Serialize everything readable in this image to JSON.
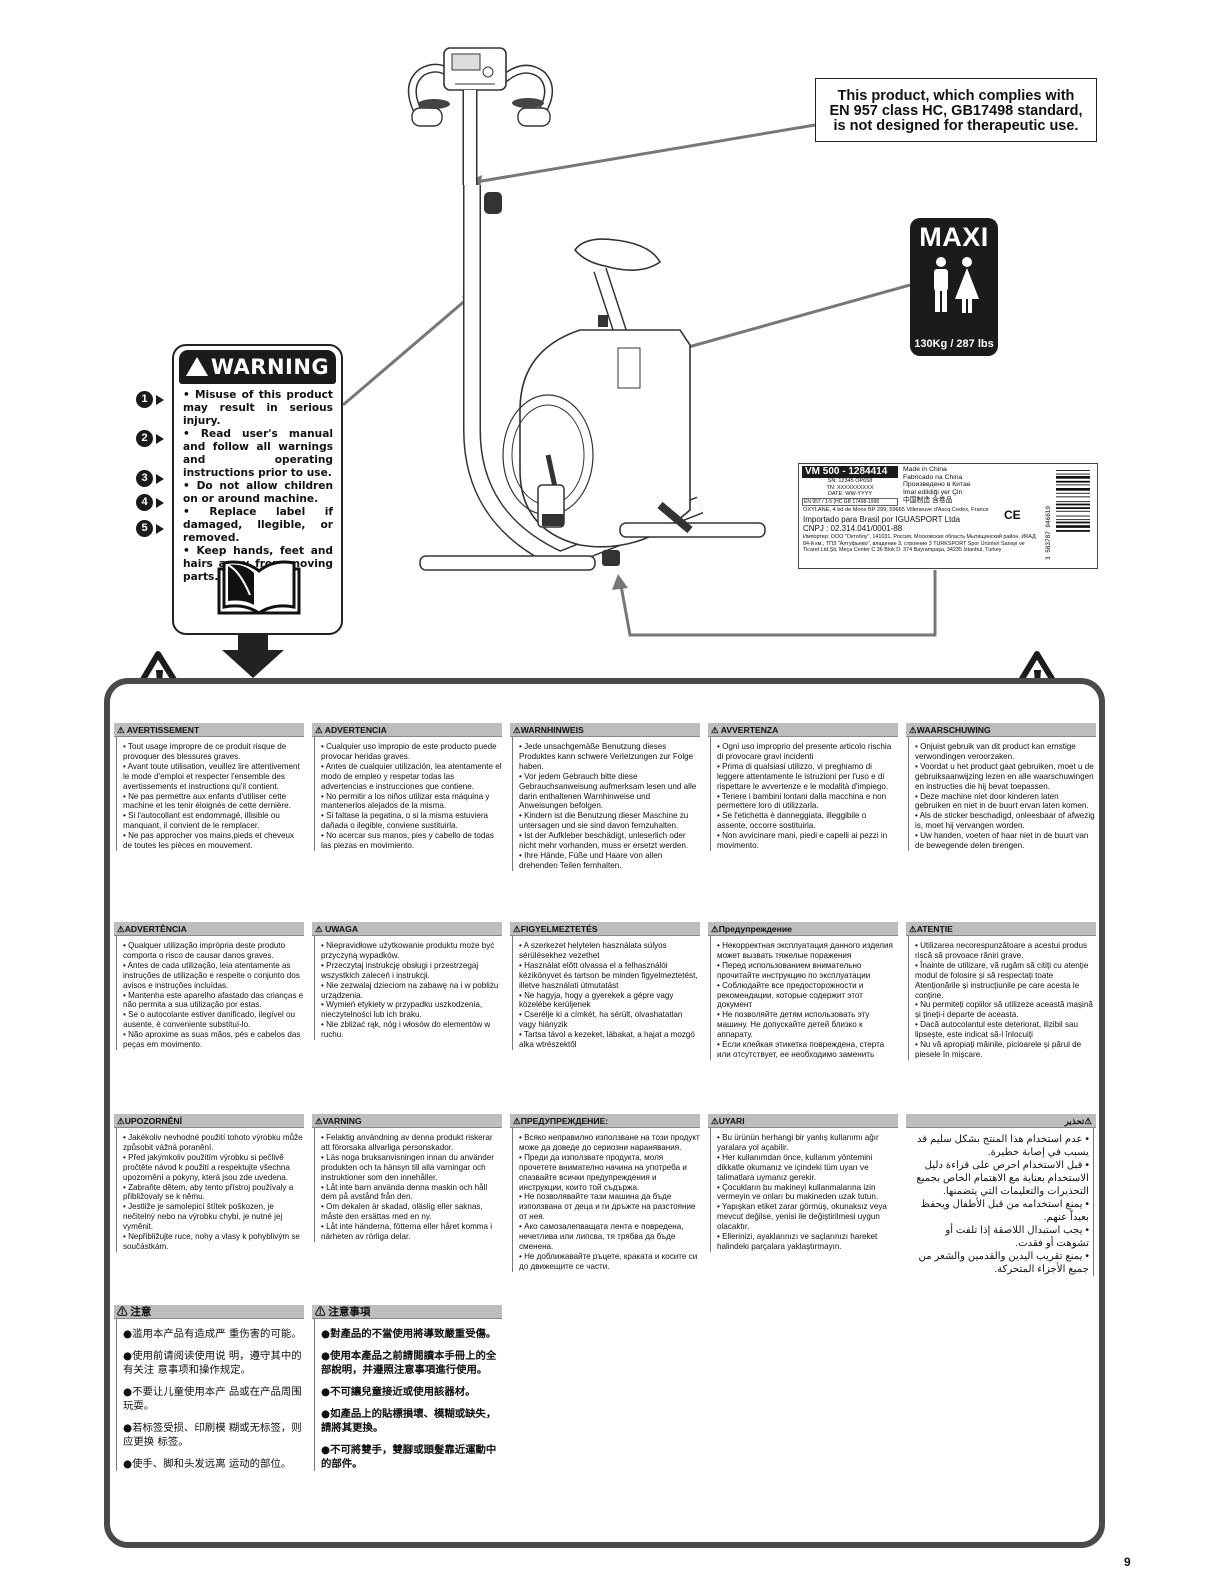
{
  "compliance_note": [
    "This product, which complies with",
    "EN 957 class HC, GB17498 standard,",
    "is not designed for therapeutic use."
  ],
  "maxi_label": {
    "title": "MAXI",
    "capacity": "130Kg / 287 lbs"
  },
  "warning_label": {
    "title": "WARNING",
    "lines": [
      "• Misuse of this product may result in serious injury.",
      "• Read user's manual and follow all warnings and operating instructions prior to use.",
      "• Do not allow children on or around machine.",
      "• Replace label if damaged, llegible, or removed.",
      "• Keep hands, feet and hairs away from moving parts."
    ]
  },
  "callout_numbers": [
    "1",
    "2",
    "3",
    "4",
    "5"
  ],
  "product_label": {
    "model": "VM 500 - 1284414",
    "codes": [
      "SN: 12345 OP658",
      "TN: XXXXXXXXXX",
      "DATE: WW-YYYY"
    ],
    "cert": "EN 957 / 1-5 (HC GB 17498-1998",
    "made_in": [
      "Made in China",
      "Fabricado na China",
      "Произведено в Китае",
      "İmal edildiği yer Çin",
      "中国制造   含卷品"
    ],
    "address": "OXYLANE, 4 bd de Mons BP 299, 59665 Villeneuve d'Ascq Cedex, France",
    "import": "Importado para Brasil por IGUASPORT Ltda",
    "cnpj": "CNPJ : 02.314.041/0001-88",
    "more": "Импортер: ООО \"Октоблу\", 141031, Россия, Московская область Мытищинский район, ИКАД 84-й км., ТПЗ \"Алтуфьево\", владение 3, строение 3 TURKSPORT Spor Ürünleri Sanayi ve Ticaret Ltd.Şti, Meça Center C 36 Blok D: 374 Bayrampaşa, 34235 İstanbul, Turkey",
    "ce_mark": "CE",
    "barcode": "3 583787 946610"
  },
  "sections": [
    {
      "title": "⚠ AVERTISSEMENT",
      "lines": [
        "• Tout usage impropre de ce produit risque de provoquer des blessures graves.",
        "• Avant toute utilisation, veuillez lire attentivement le mode d'emploi et respecter l'ensemble des avertissements et instructions qu'il contient.",
        "• Ne pas permettre aux enfants d'utiliser cette machine et les tenir éloignés de cette dernière.",
        "• Si l'autocollant est endommagé, illisible ou manquant, il convient de le remplacer.",
        "• Ne pas approcher vos mains,pieds et cheveux de toutes les pièces en mouvement."
      ]
    },
    {
      "title": "⚠ ADVERTENCIA",
      "lines": [
        "• Cualquier uso impropio de este producto puede provocar heridas graves.",
        "• Antes de cualquier utilización, lea atentamente el modo de empleo y respetar todas las advertencias e instrucciones que contiene.",
        "• No permitir a los niños utilizar esta máquina y mantenerlos alejados de la misma.",
        "• Si faltase la pegatina, o si la misma estuviera dañada o ilegible, conviene sustituirla.",
        "• No acercar sus manos, pies y cabello de todas las piezas en movimiento."
      ]
    },
    {
      "title": "⚠WARNHINWEIS",
      "lines": [
        "• Jede unsachgemäße Benutzung dieses Produktes kann schwere Verletzungen zur Folge haben.",
        "• Vor jedem Gebrauch bitte diese Gebrauchsanweisung aufmerksam lesen und alle darin enthaltenen Warnhinweise und Anweisungen befolgen.",
        "• Kindern ist die Benutzung dieser Maschine zu untersagen und sie sind davon fernzuhalten.",
        "• Ist der Aufkleber beschädigt, unleserlich oder nicht mehr vorhanden, muss er ersetzt werden.",
        "• Ihre Hände, Füße und Haare von allen drehenden Teilen fernhalten."
      ]
    },
    {
      "title": "⚠ AVVERTENZA",
      "lines": [
        "• Ogni uso improprio del presente articolo rischia di provocare gravi incidenti",
        "• Prima di qualsiasi utilizzo, vi preghiamo di leggere attentamente le istruzioni per l'uso e di rispettare le avvertenze e le modalità d'impiego.",
        "• Tenere i bambini lontani dalla macchina e non permettere loro di utilizzarla.",
        "• Se l'etichetta è danneggiata, illeggibile o assente, occorre sostituirla.",
        "• Non avvicinare mani, piedi e capelli ai pezzi in movimento."
      ]
    },
    {
      "title": "⚠WAARSCHUWING",
      "lines": [
        "• Onjuist gebruik van dit product kan ernstige verwondingen veroorzaken.",
        "• Voordat u het product gaat gebruiken, moet u de gebruiksaanwijzing lezen en alle waarschuwingen en instructies die hij bevat toepassen.",
        "• Deze machine niet door kinderen laten gebruiken en niet in de buurt ervan laten komen.",
        "• Als de sticker beschadigd, onleesbaar of afwezig is, moet hij vervangen worden.",
        "• Uw handen, voeten of haar niet in de buurt van de bewegende delen brengen."
      ]
    },
    {
      "title": "⚠ADVERTÊNCIA",
      "lines": [
        "• Qualquer utilização imprópria deste produto comporta o risco de causar danos graves.",
        "• Antes de cada utilização, leia atentamente as instruções de utilização e respeite o conjunto dos avisos e instruções incluídas.",
        "• Mantenha este aparelho afastado das crianças e não permita a sua utilização por estas.",
        "• Se o autocolante estiver danificado, ilegível ou ausente, é conveniente substituí-lo.",
        "• Não aproxime as suas mãos, pés e cabelos das peças em movimento."
      ]
    },
    {
      "title": "⚠ UWAGA",
      "lines": [
        "• Niepravidłowe użytkowanie produktu może być przyczyną wypadków.",
        "• Przeczytaj instrukcję obsługi i przestrzegaj wszystkich zaleceń i instrukcji.",
        "• Nie zezwalaj dzieciom na zabawę na i w pobliżu urządzenia.",
        "• Wymień etykiety w przypadku uszkodzenia, nieczytelności lub ich braku.",
        "• Nie zbliżać rąk, nóg i włosów do elementów w ruchu."
      ]
    },
    {
      "title": "⚠FIGYELMEZTETÉS",
      "lines": [
        "• A szerkezet helytelen használata súlyos sérülésekhez vezethet",
        "• Használat előtt olvassa el a felhasználói kézikönyvet és tartson be minden figyelmeztetést, illetve használati útmutatást",
        "• Ne hagyja, hogy a gyerekek a gépre vagy közelébe kerüljenek",
        "• Cserélje ki a címkét, ha sérült, olvashatatlan vagy hiányzik",
        "• Tartsa távol a kezeket, lábakat, a hajat a mozgó alka wtrészektől"
      ]
    },
    {
      "title": "⚠Предупреждение",
      "lines": [
        "• Некорректная эксплуатация данного изделия может вызвать тяжелые поражения",
        "• Перед использованием внимательно прочитайте инструкцию по эксплуатации",
        "• Соблюдайте все предосторожности и рекомендации, которые содержит этот документ",
        "• Не позволяйте детям использовать эту машину. Не допускайте детей близко к аппарату.",
        "• Если клейкая этикетка повреждена, стерта или отсутствует, ее необходимо заменить"
      ]
    },
    {
      "title": "⚠ATENȚIE",
      "lines": [
        "• Utilizarea necorespunzătoare a acestui produs riscă să provoace răniri grave.",
        "• Înainte de utilizare, vă rugăm să citiți cu atenție modul de folosire și să respectați toate Atenționările și instrucțiunile pe care acesta le conține.",
        "• Nu permiteți copiilor să utilizeze această mașină și țineți-i departe de aceasta.",
        "• Dacă autocolantul este deteriorat, ilizibil sau lipsește, este indicat să-l înlocuiți",
        "• Nu vă apropiați mâinile, picioarele și părul de piesele în mișcare."
      ]
    },
    {
      "title": "⚠UPOZORNĚNÍ",
      "lines": [
        "• Jakékoliv nevhodné použití tohoto výrobku může způsobit vážná poranění.",
        "• Před jakýmkoliv použitím výrobku si pečlivě pročtěte návod k použití a respektujte všechna upozornění a pokyny, která jsou zde uvedena.",
        "• Zabraňte dětem, aby tento přístroj používaly a přibližovaly se k němu.",
        "• Jestliže je samolepicí štítek poškozen, je nečitelný nebo na výrobku chybí, je nutné jej vyměnit.",
        "• Nepřibližujte ruce, nohy a vlasy k pohyblivým se součástkám."
      ]
    },
    {
      "title": "⚠VARNING",
      "lines": [
        "• Felaktig användning av denna produkt riskerar att förorsaka allvarliga personskador.",
        "• Läs noga bruksanvisningen innan du använder produkten och ta hänsyn till alla varningar och instruktioner som den innehåller.",
        "• Låt inte barn använda denna maskin och håll dem på avstånd från den.",
        "• Om dekalen är skadad, oläslig eller saknas, måste den ersättas med en ny.",
        "• Låt inte händerna, fötterna eller håret komma i närheten av rörliga delar."
      ]
    },
    {
      "title": "⚠ПРЕДУПРЕЖДЕНИЕ:",
      "lines": [
        "• Всяко неправилно използване на този продукт може да доведе до сериозни наранявания.",
        "• Преди да използвате продукта, моля прочетете внимателно начина на употреба и спазвайте всички предупреждения и инструкции, които той съдържа.",
        "• Не позволявайте тази машина да бъде използвана от деца и ги дръжте на разстояние от нея.",
        "• Ако самозалепващата лента е повредена, нечетлива или липсва, тя трябва да бъде сменена.",
        "• Не доближавайте ръцете, краката и косите си до движещите се части."
      ]
    },
    {
      "title": "⚠UYARI",
      "lines": [
        "• Bu ürünün herhangi bir yanlış kullanımı ağır yaralara yol açabilir.",
        "• Her kullanımdan önce, kullanım yöntemini dikkatle okumanız ve içindeki tüm uyarı ve talimatlara uymanız gerekir.",
        "• Çocukların bu makineyi kullanmalarına izin vermeyin ve onları bu makineden uzak tutun.",
        "• Yapışkan etiket zarar görmüş, okunaksız veya mevcut değilse, yenisi ile değiştirilmesi uygun olacaktır.",
        "• Ellerinizi, ayaklarınızı ve saçlarınızı hareket halindeki parçalara yaklaştırmayın."
      ]
    },
    {
      "title": "تحذير⚠",
      "lines": [
        "• عدم استخدام هذا المنتج بشكل سليم قد يسبب في إصابة خطيرة.",
        "• قبل الاستخدام احرص على قراءة دليل الاستخدام بعناية مع الاهتمام الخاص بجميع التحذيرات والتعليمات التي يتضمنها.",
        "• يمنع استخدامه من قبل الأطفال ويحفظ بعيداً عنهم.",
        "• يجب استبدال اللاصقة إذا تلفت أو تشوهت أو فقدت.",
        "• يمنع تقريب اليدين والقدمين والشعر من جميع الأجزاء المتحركة."
      ]
    },
    {
      "title": "⚠ 注意",
      "lines": [
        "●滥用本产品有造成严 重伤害的可能。",
        "●使用前请阅读使用说 明，遵守其中的有关注 意事项和操作规定。",
        "●不要让儿童使用本产 品或在产品周围玩耍。",
        "●若标签受损、印刷模 糊或无标签，则应更换 标签。",
        "●使手、脚和头发远离 运动的部位。"
      ]
    },
    {
      "title": "⚠ 注意事項",
      "lines": [
        "●對產品的不當使用將導致嚴重受傷。",
        "●使用本產品之前請閱讀本手冊上的全部說明，并遵照注意事項進行使用。",
        "●不可讓兒童接近或使用該器材。",
        "●如產品上的貼標損壞、模糊或缺失，請將其更換。",
        "●不可將雙手，雙腳或頭髮靠近運動中的部件。"
      ]
    }
  ],
  "page_number": "9"
}
